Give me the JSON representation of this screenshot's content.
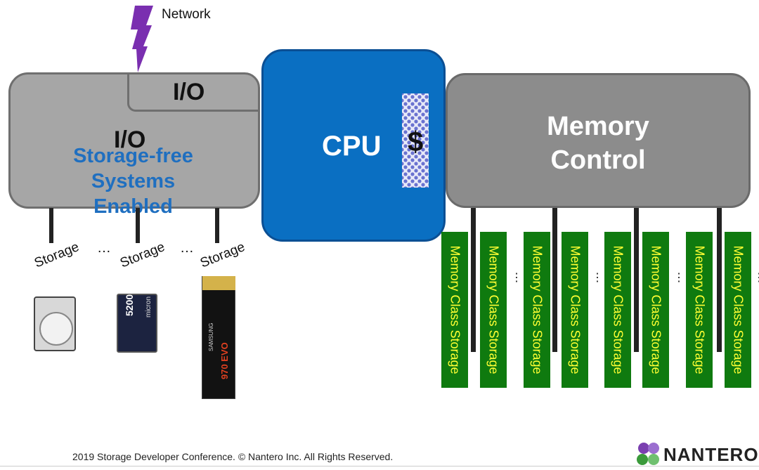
{
  "network_label": "Network",
  "io_inner_label": "I/O",
  "io_outer_label": "I/O",
  "storage_free_lines": [
    "Storage-free",
    "Systems",
    "Enabled"
  ],
  "cpu_label": "CPU",
  "cache_label": "$",
  "memory_lines": [
    "Memory",
    "Control"
  ],
  "storage_labels": [
    "Storage",
    "Storage",
    "Storage"
  ],
  "storage_ellipses": [
    "…",
    "…"
  ],
  "mcs_label": "Memory Class Storage",
  "mcs_ellipses": [
    "⋮",
    "⋮",
    "⋮",
    "⋮"
  ],
  "ssd_text": "5200",
  "ssd_brand": "micron",
  "m2_text": "970 EVO",
  "m2_brand": "SAMSUNG",
  "footer": "2019 Storage Developer Conference. © Nantero Inc.  All Rights Reserved.",
  "logo_text": "NANTERO",
  "colors": {
    "cpu": "#0a6fc2",
    "io": "#a6a6a6",
    "memory_control": "#8c8c8c",
    "mcs": "#0f7a0f",
    "mcs_text": "#ffff33",
    "storage_free_text": "#1f6fc0",
    "network_bolt": "#7a2fb0"
  },
  "icons": [
    "lightning-bolt-icon",
    "hard-disk-icon",
    "ssd-icon",
    "m2-ssd-icon",
    "nantero-logo-icon"
  ]
}
